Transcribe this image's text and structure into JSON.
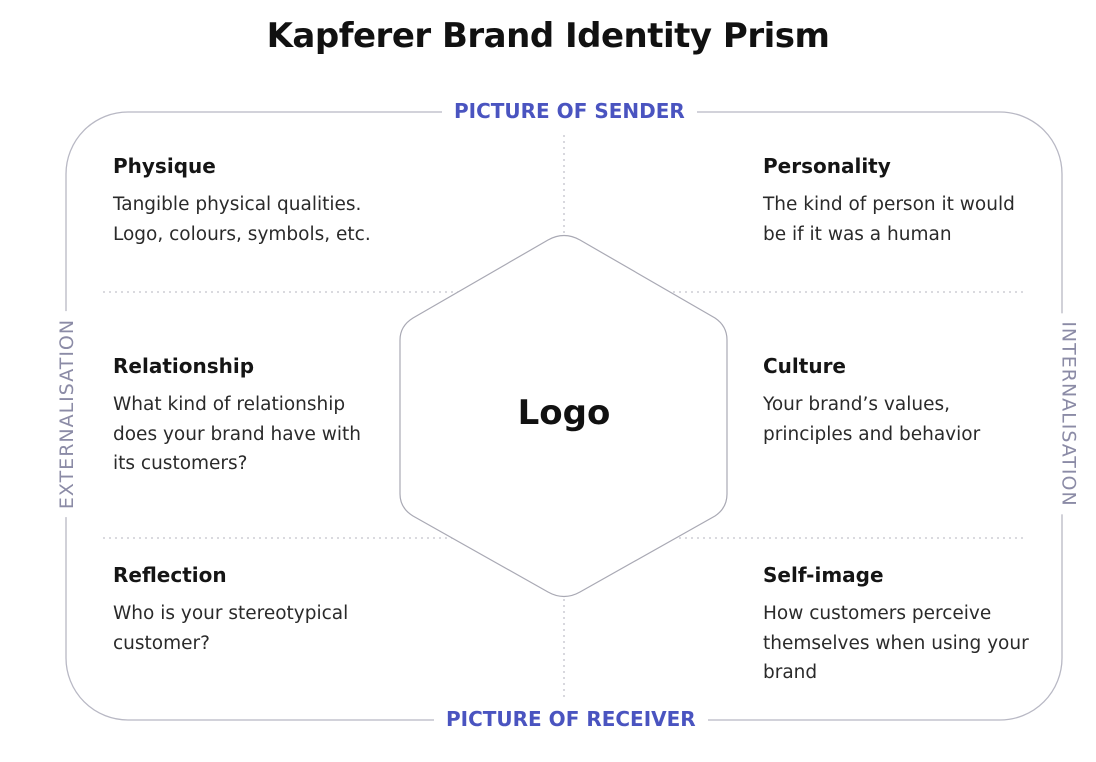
{
  "title": "Kapferer Brand Identity Prism",
  "axes": {
    "top": "PICTURE OF SENDER",
    "bottom": "PICTURE OF RECEIVER",
    "left": "EXTERNALISATION",
    "right": "INTERNALISATION"
  },
  "center": "Logo",
  "cells": [
    {
      "heading": "Physique",
      "text": "Tangible physical qualities. Logo, colours, symbols, etc."
    },
    {
      "heading": "Personality",
      "text": "The kind of person it would be if it was a human"
    },
    {
      "heading": "Relationship",
      "text": "What kind of relationship does your brand have with its customers?"
    },
    {
      "heading": "Culture",
      "text": "Your brand’s values, principles and behavior"
    },
    {
      "heading": "Reflection",
      "text": "Who is your stereotypical customer?"
    },
    {
      "heading": "Self-image",
      "text": "How customers perceive themselves when using your brand"
    }
  ],
  "colors": {
    "accent": "#4a54c0",
    "side_label": "#8b8ba6",
    "line": "#b8b8c4"
  }
}
